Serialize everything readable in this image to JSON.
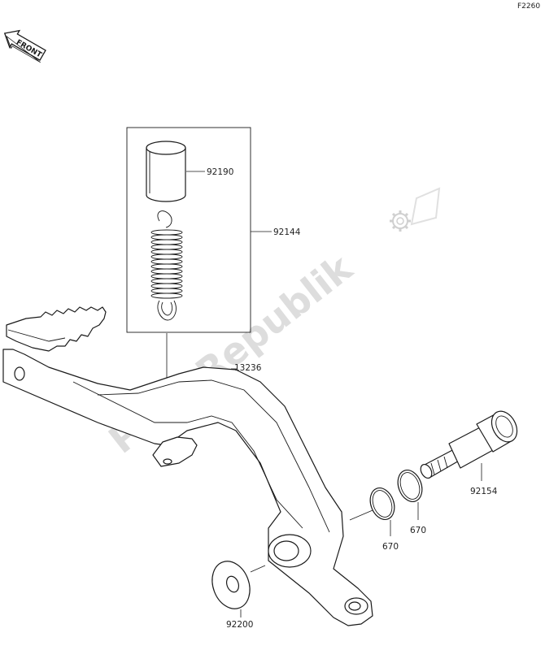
{
  "page_code": "F2260",
  "front_arrow_label": "FRONT",
  "watermark": "PartsRepublik",
  "parts": {
    "collar": "92190",
    "spring": "92144",
    "brake_pedal": "13236",
    "pivot_shaft": "92154",
    "o_ring_outer": "670",
    "o_ring_inner": "670",
    "washer": "92200"
  }
}
